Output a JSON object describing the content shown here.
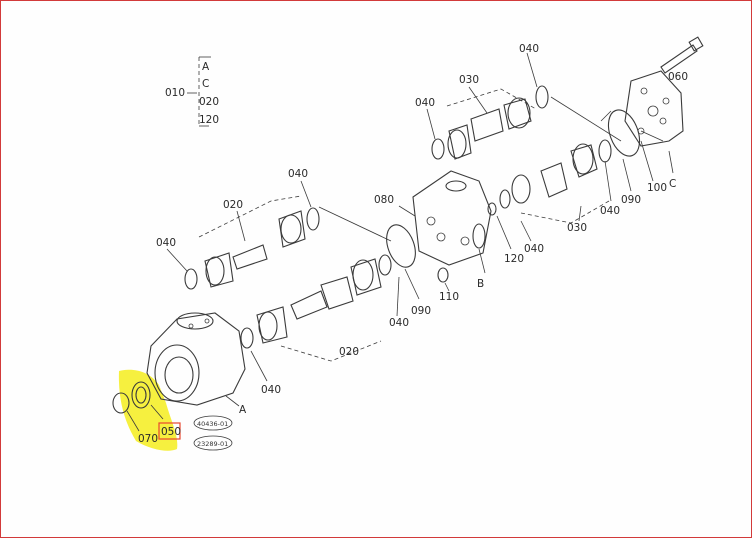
{
  "diagram": {
    "legend": {
      "main": "010",
      "letters": [
        "A",
        "C"
      ],
      "sub": [
        "020",
        "120"
      ]
    },
    "labels": {
      "l040_top": "040",
      "l030": "030",
      "l040_a": "040",
      "l060": "060",
      "l080": "080",
      "l040_b": "040",
      "l020_top": "020",
      "l040_left": "040",
      "l040_c": "040",
      "l090_r": "090",
      "l100": "100",
      "l030_b": "030",
      "l040_d": "040",
      "l120": "120",
      "l090_m": "090",
      "l040_e": "040",
      "l110": "110",
      "l020_b": "020",
      "l040_f": "040",
      "l070": "070",
      "l050": "050",
      "letter_a": "A",
      "letter_b": "B",
      "letter_c": "C"
    },
    "stamps": [
      "40436-01",
      "23289-01"
    ],
    "colors": {
      "highlight": "#f5ee2a",
      "marker": "#e8472f",
      "line": "#3b3b3b",
      "frame": "#d23a3a"
    }
  }
}
